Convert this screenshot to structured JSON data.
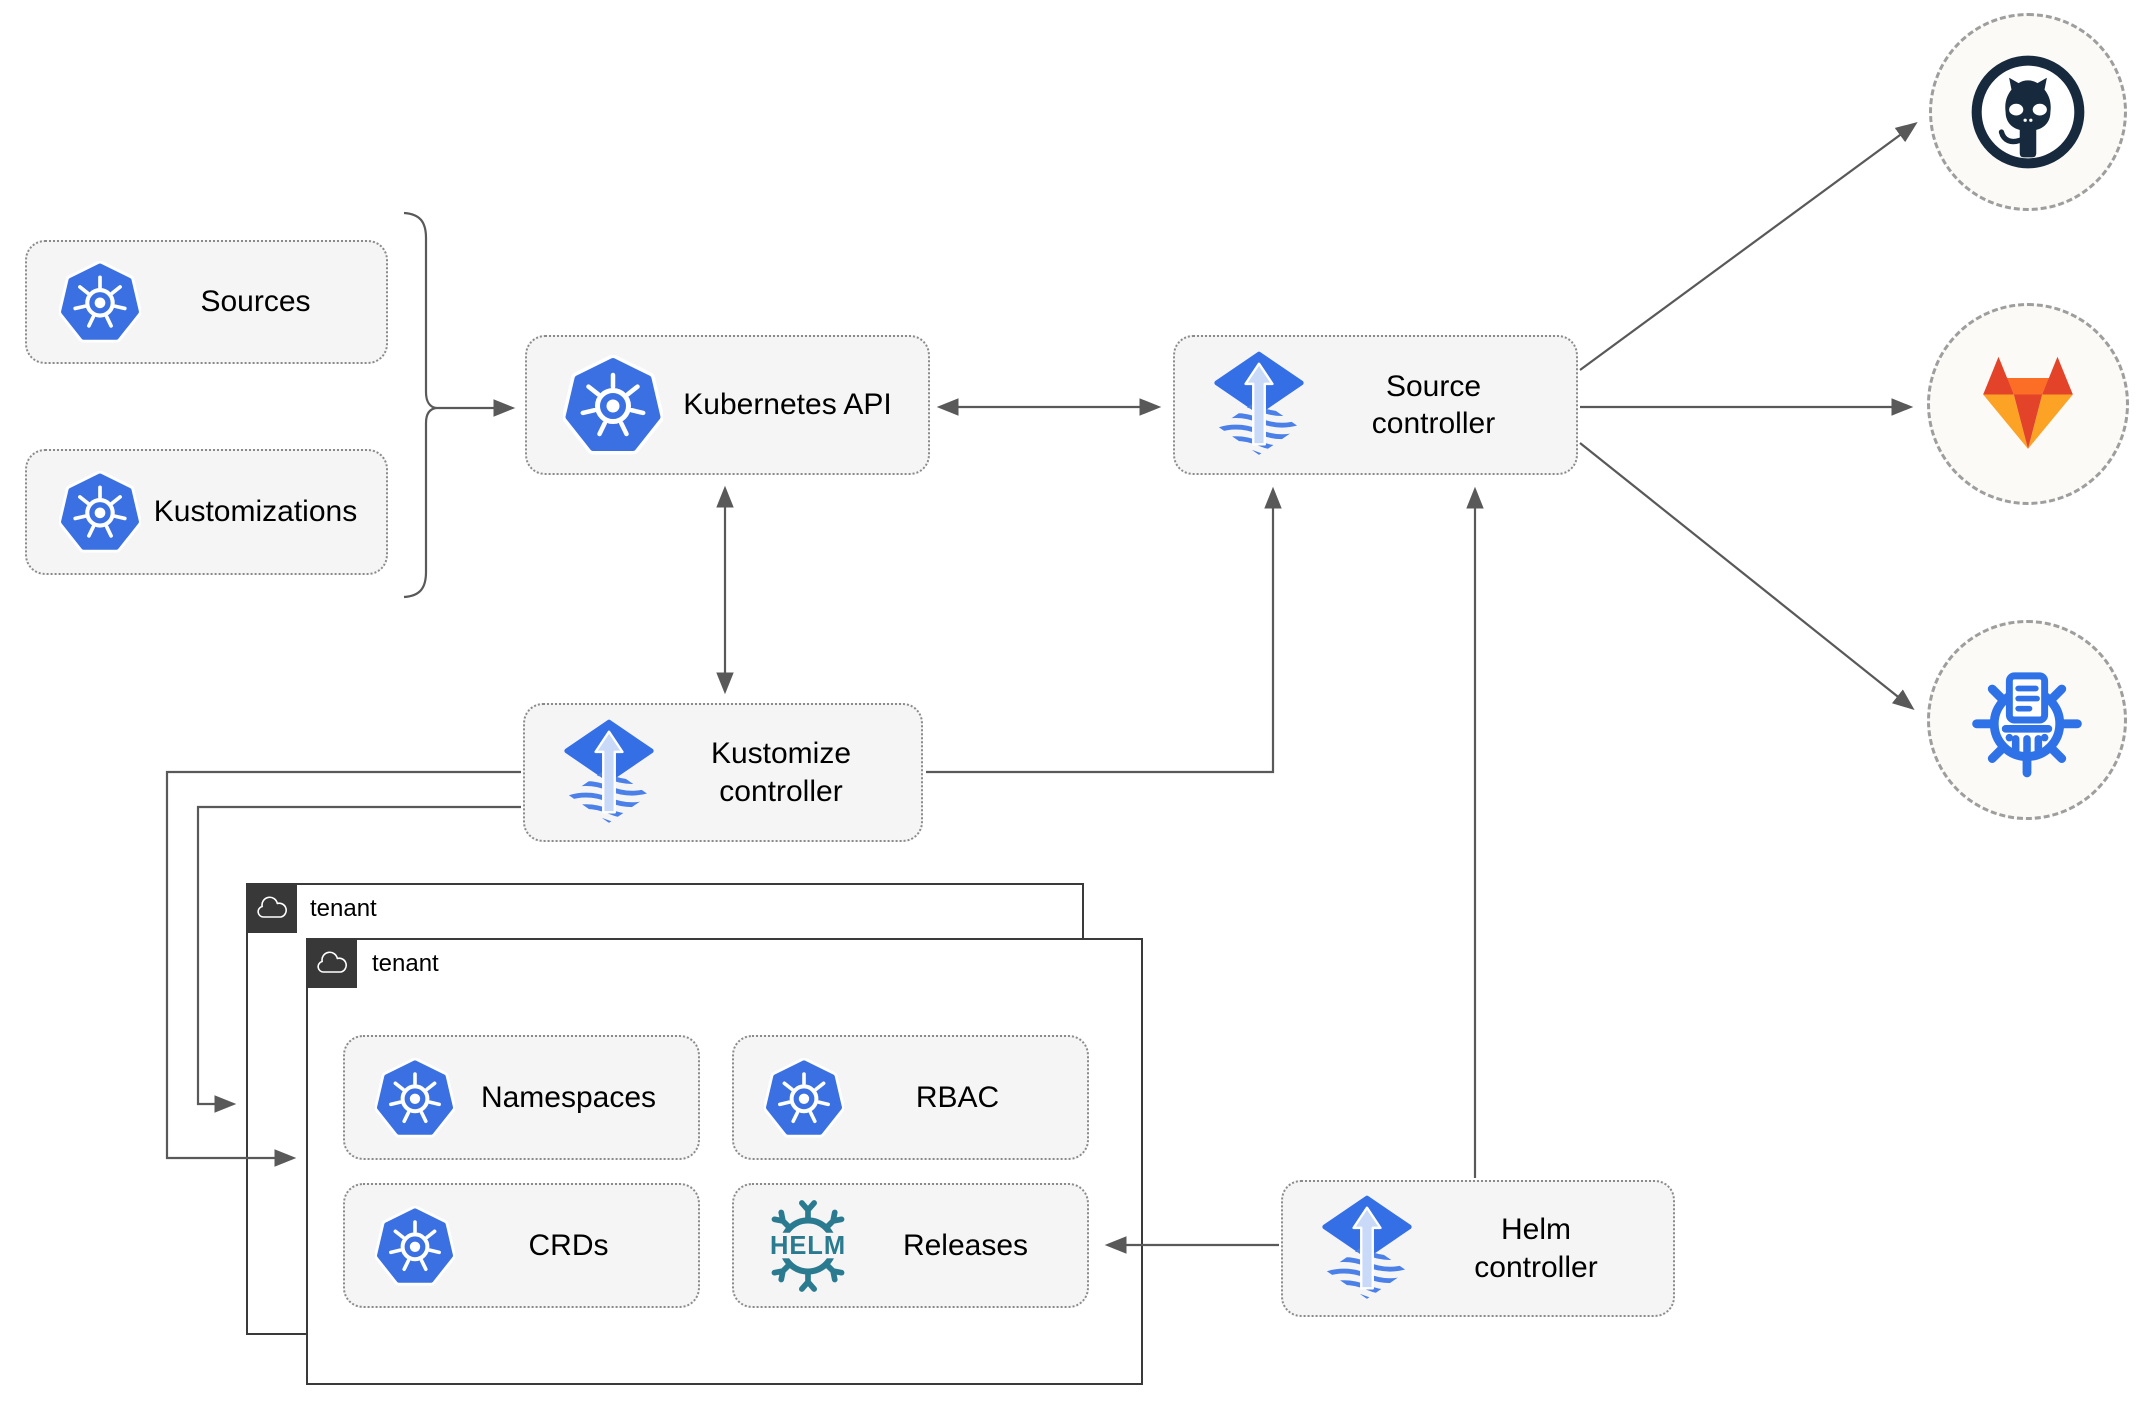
{
  "diagram": {
    "nodes": {
      "sources": {
        "label": "Sources",
        "icon": "kubernetes-icon"
      },
      "kustomizations": {
        "label": "Kustomizations",
        "icon": "kubernetes-icon"
      },
      "kubernetes_api": {
        "label": "Kubernetes API",
        "icon": "kubernetes-icon"
      },
      "source_controller": {
        "label": "Source\ncontroller",
        "icon": "flux-icon"
      },
      "kustomize_controller": {
        "label": "Kustomize\ncontroller",
        "icon": "flux-icon"
      },
      "helm_controller": {
        "label": "Helm\ncontroller",
        "icon": "flux-icon"
      },
      "tenant_back": {
        "label": "tenant",
        "icon": "cloud-icon"
      },
      "tenant_front": {
        "label": "tenant",
        "icon": "cloud-icon"
      },
      "namespaces": {
        "label": "Namespaces",
        "icon": "kubernetes-icon"
      },
      "rbac": {
        "label": "RBAC",
        "icon": "kubernetes-icon"
      },
      "crds": {
        "label": "CRDs",
        "icon": "kubernetes-icon"
      },
      "releases": {
        "label": "Releases",
        "icon": "helm-icon",
        "icon_text": "HELM"
      }
    },
    "external": {
      "github": {
        "icon": "github-icon"
      },
      "gitlab": {
        "icon": "gitlab-icon"
      },
      "registry": {
        "icon": "harbor-registry-icon"
      }
    },
    "colors": {
      "kubernetes_blue": "#3a70e2",
      "flux_blue": "#356fe5",
      "helm_teal": "#2b7b90",
      "github_navy": "#17293d",
      "gitlab_red": "#e24329",
      "gitlab_orange": "#fc6d26",
      "gitlab_yellow": "#fca326",
      "harbor_blue": "#2f72e8",
      "connector_gray": "#595959",
      "node_fill": "#f5f5f5",
      "tab_dark": "#383838"
    }
  }
}
